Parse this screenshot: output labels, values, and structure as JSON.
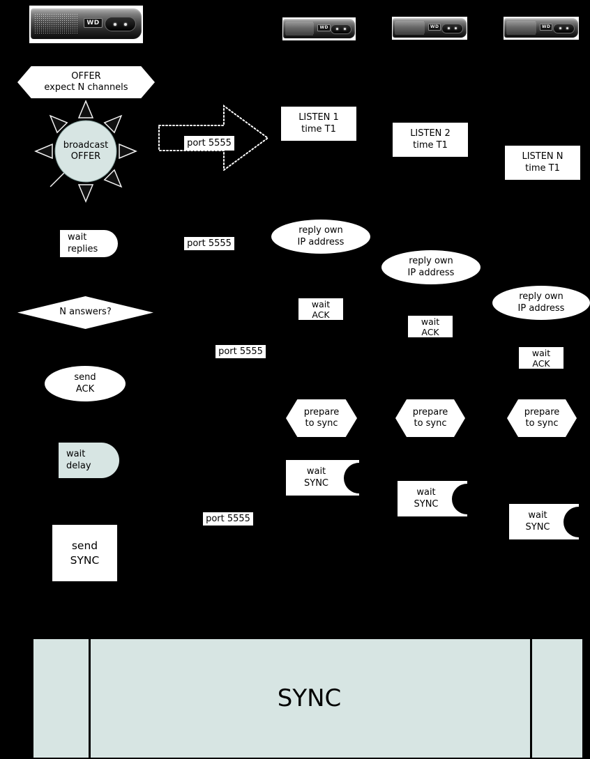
{
  "colors": {
    "background": "#000000",
    "node_fill": "#ffffff",
    "accent_fill": "#d7e5e3"
  },
  "devices": {
    "brand": "WD"
  },
  "nodes": {
    "offer": {
      "line1": "OFFER",
      "line2": "expect N channels"
    },
    "broadcast_offer": {
      "line1": "broadcast",
      "line2": "OFFER"
    },
    "port_labels": [
      "port 5555",
      "port 5555",
      "port 5555",
      "port 5555"
    ],
    "listen": [
      {
        "line1": "LISTEN 1",
        "line2": "time T1"
      },
      {
        "line1": "LISTEN 2",
        "line2": "time T1"
      },
      {
        "line1": "LISTEN N",
        "line2": "time T1"
      }
    ],
    "wait_replies": {
      "line1": "wait",
      "line2": "replies"
    },
    "reply_ip": [
      {
        "line1": "reply own",
        "line2": "IP address"
      },
      {
        "line1": "reply own",
        "line2": "IP address"
      },
      {
        "line1": "reply own",
        "line2": "IP address"
      }
    ],
    "n_answers": {
      "label": "N answers?"
    },
    "wait_ack": [
      {
        "line1": "wait",
        "line2": "ACK"
      },
      {
        "line1": "wait",
        "line2": "ACK"
      },
      {
        "line1": "wait",
        "line2": "ACK"
      }
    ],
    "send_ack": {
      "line1": "send",
      "line2": "ACK"
    },
    "prepare_sync": [
      {
        "line1": "prepare",
        "line2": "to sync"
      },
      {
        "line1": "prepare",
        "line2": "to sync"
      },
      {
        "line1": "prepare",
        "line2": "to sync"
      }
    ],
    "wait_delay": {
      "line1": "wait",
      "line2": "delay"
    },
    "wait_sync": [
      {
        "line1": "wait",
        "line2": "SYNC"
      },
      {
        "line1": "wait",
        "line2": "SYNC"
      },
      {
        "line1": "wait",
        "line2": "SYNC"
      }
    ],
    "send_sync": {
      "line1": "send",
      "line2": "SYNC"
    },
    "sync_bar": {
      "label": "SYNC"
    }
  }
}
